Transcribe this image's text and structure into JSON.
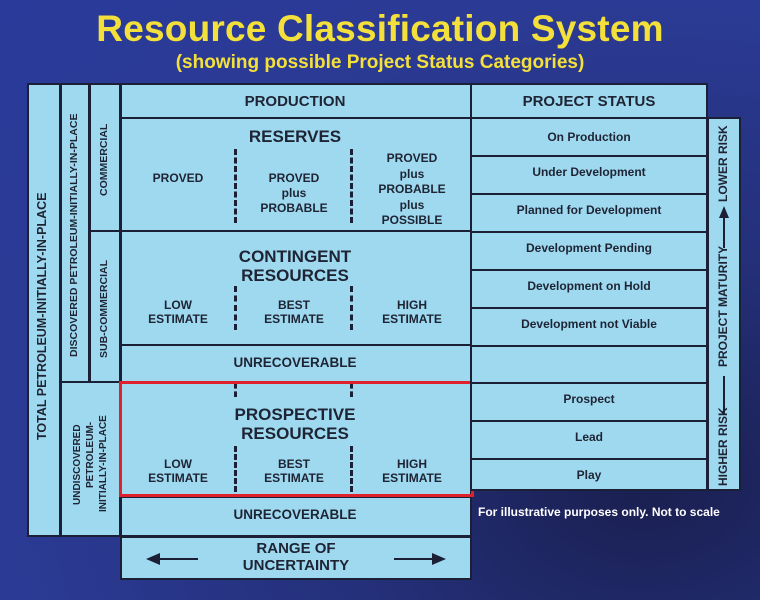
{
  "title": "Resource Classification System",
  "subtitle": "(showing possible Project Status Categories)",
  "side_labels": {
    "total": "TOTAL PETROLEUM-INITIALLY-IN-PLACE",
    "discovered": "DISCOVERED PETROLEUM-INITIALLY-IN-PLACE",
    "commercial": "COMMERCIAL",
    "sub_commercial": "SUB-COMMERCIAL",
    "undiscovered": [
      "UNDISCOVERED",
      "PETROLEUM-",
      "INITIALLY-IN-PLACE"
    ]
  },
  "headers": {
    "production": "PRODUCTION",
    "project_status": "PROJECT STATUS"
  },
  "reserves": {
    "title": "RESERVES",
    "proved": "PROVED",
    "proved_probable": [
      "PROVED",
      "plus",
      "PROBABLE"
    ],
    "proved_probable_possible": [
      "PROVED",
      "plus",
      "PROBABLE",
      "plus",
      "POSSIBLE"
    ]
  },
  "contingent": {
    "title": [
      "CONTINGENT",
      "RESOURCES"
    ],
    "low": [
      "LOW",
      "ESTIMATE"
    ],
    "best": [
      "BEST",
      "ESTIMATE"
    ],
    "high": [
      "HIGH",
      "ESTIMATE"
    ]
  },
  "unrecoverable_1": "UNRECOVERABLE",
  "prospective": {
    "title": [
      "PROSPECTIVE",
      "RESOURCES"
    ],
    "low": [
      "LOW",
      "ESTIMATE"
    ],
    "best": [
      "BEST",
      "ESTIMATE"
    ],
    "high": [
      "HIGH",
      "ESTIMATE"
    ]
  },
  "unrecoverable_2": "UNRECOVERABLE",
  "range": [
    "RANGE OF",
    "UNCERTAINTY"
  ],
  "status_items": [
    "On Production",
    "Under Development",
    "Planned for Development",
    "Development Pending",
    "Development on Hold",
    "Development not Viable",
    "Prospect",
    "Lead",
    "Play"
  ],
  "maturity_axis": {
    "lower_risk": "LOWER RISK",
    "middle": "PROJECT MATURITY",
    "higher_risk": "HIGHER RISK"
  },
  "footnote": "For illustrative purposes only. Not to scale",
  "colors": {
    "title": "#f4e03a",
    "box_fill": "#9ed9f0",
    "border": "#1b2036",
    "highlight": "#e0202a",
    "background": "#2b3a94"
  }
}
